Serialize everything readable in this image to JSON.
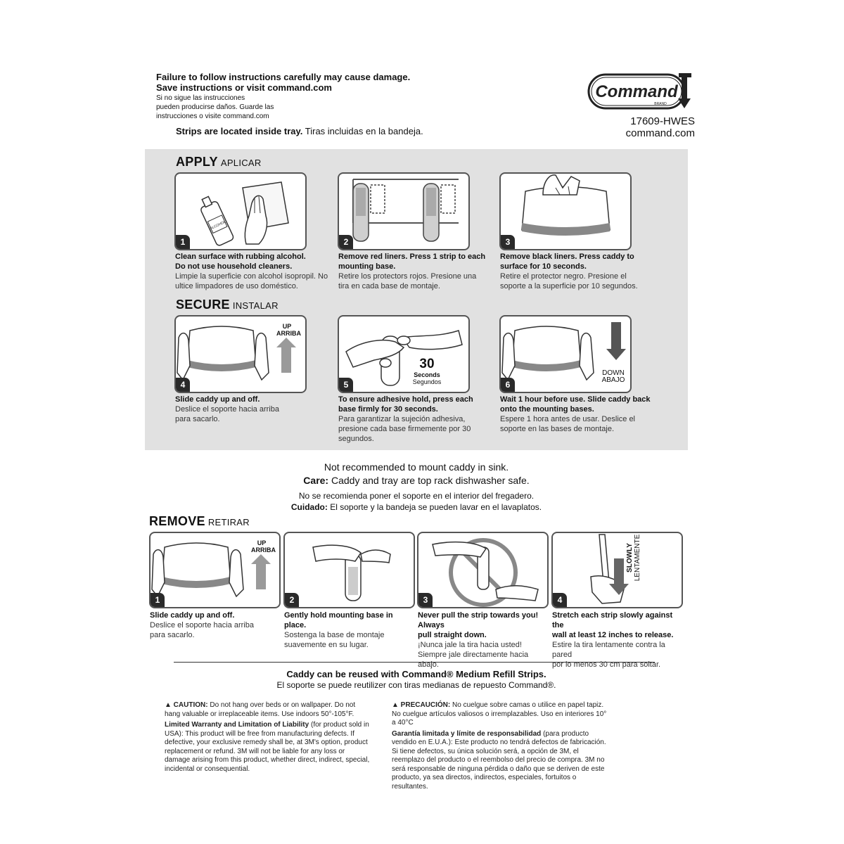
{
  "header": {
    "warning_en_1": "Failure to follow instructions carefully may cause damage.",
    "warning_en_2": "Save instructions or visit command.com",
    "warning_es_1": "Si no sigue las instrucciones",
    "warning_es_2": "pueden producirse daños. Guarde las",
    "warning_es_3": "instrucciones o visite command.com",
    "strips_en": "Strips are located inside tray.",
    "strips_es": "Tiras incluidas en la bandeja.",
    "logo_text": "Command",
    "logo_sub": "BRAND",
    "sku": "17609-HWES",
    "site": "command.com"
  },
  "apply": {
    "title": "APPLY",
    "title_es": "APLICAR",
    "steps": [
      {
        "num": "1",
        "en1": "Clean surface with rubbing alcohol.",
        "en2": "Do not use household cleaners.",
        "es1": "Limpie la superficie con alcohol isopropil. No",
        "es2": "ultice limpadores de uso doméstico.",
        "es3": ""
      },
      {
        "num": "2",
        "en1": "Remove red liners. Press 1 strip to each",
        "en2": "mounting base.",
        "es1": "Retire los protectors rojos. Presione una",
        "es2": "tira en cada base de montaje.",
        "es3": ""
      },
      {
        "num": "3",
        "en1": "Remove black liners. Press caddy to",
        "en2": "surface for 10 seconds.",
        "es1": "Retire el protector negro. Presione el",
        "es2": "soporte a la superficie por 10 segundos.",
        "es3": ""
      }
    ],
    "bottle_label": "ALCOHOL"
  },
  "secure": {
    "title": "SECURE",
    "title_es": "INSTALAR",
    "steps": [
      {
        "num": "4",
        "en1": "Slide caddy up and off.",
        "en2": "",
        "es1": "Deslice el soporte hacia arriba",
        "es2": "para sacarlo.",
        "es3": ""
      },
      {
        "num": "5",
        "en1": "To ensure adhesive hold, press each",
        "en2": "base firmly for 30 seconds.",
        "es1": "Para garantizar la sujeción adhesiva,",
        "es2": "presione cada base firmemente por 30",
        "es3": "segundos."
      },
      {
        "num": "6",
        "en1": "Wait 1 hour before use. Slide caddy back",
        "en2": "onto the mounting bases.",
        "es1": "Espere 1 hora antes de usar. Deslice el",
        "es2": "soporte en las bases de montaje.",
        "es3": ""
      }
    ],
    "up": "UP",
    "up_es": "ARRIBA",
    "seconds_num": "30",
    "seconds": "Seconds",
    "seconds_es": "Segundos",
    "down": "DOWN",
    "down_es": "ABAJO"
  },
  "care": {
    "line1": "Not recommended to mount caddy in sink.",
    "care_label": "Care:",
    "line2": "Caddy and tray are top rack dishwasher safe.",
    "line3": "No se recomienda poner el soporte en el interior del fregadero.",
    "cuidado_label": "Cuidado:",
    "line4": "El soporte y la bandeja se pueden lavar en el lavaplatos."
  },
  "remove": {
    "title": "REMOVE",
    "title_es": "RETIRAR",
    "steps": [
      {
        "num": "1",
        "en1": "Slide caddy up and off.",
        "en2": "",
        "es1": "Deslice el soporte hacia arriba",
        "es2": "para sacarlo."
      },
      {
        "num": "2",
        "en1": "Gently hold mounting base in place.",
        "en2": "",
        "es1": "Sostenga la base de montaje",
        "es2": "suavemente en su lugar."
      },
      {
        "num": "3",
        "en1": "Never pull the strip towards you! Always",
        "en2": "pull straight down.",
        "es1": "¡Nunca jale la tira hacia usted!",
        "es2": "Siempre jale directamente hacia abajo."
      },
      {
        "num": "4",
        "en1": "Stretch each strip slowly against the",
        "en2": "wall at least 12 inches to release.",
        "es1": "Estire la tira lentamente contra la pared",
        "es2": "por lo menos 30 cm para soltar."
      }
    ],
    "up": "UP",
    "up_es": "ARRIBA",
    "slowly": "SLOWLY",
    "slowly_es": "LENTAMENTE"
  },
  "reuse": {
    "en": "Caddy can be reused with Command® Medium Refill Strips.",
    "es": "El soporte se puede reutilizer con tiras medianas de repuesto Command®."
  },
  "legal_en": {
    "caution_label": "▲ CAUTION:",
    "caution": "Do not hang over beds or on wallpaper. Do not hang valuable or irreplaceable items. Use indoors 50°-105°F.",
    "warranty_label": "Limited Warranty and Limitation of Liability",
    "warranty": "(for product sold in USA): This product will be free from manufacturing defects. If defective, your exclusive remedy shall be, at 3M's option, product replacement or refund. 3M will not be liable for any loss or damage arising from this product, whether direct, indirect, special, incidental or consequential."
  },
  "legal_es": {
    "caution_label": "▲ PRECAUCIÓN:",
    "caution": "No cuelgue sobre camas o utilice en papel tapiz. No cuelgue artículos valiosos o irremplazables. Uso en interiores 10° a 40°C",
    "warranty_label": "Garantía limitada y límite de responsabilidad",
    "warranty": "(para producto vendido en E.U.A.): Este producto no tendrá defectos de fabricación. Si tiene defectos, su única solución será, a opción de 3M, el reemplazo del producto o el reembolso del precio de compra. 3M no será responsable de ninguna pérdida o daño que se deriven de este producto, ya sea directos, indirectos, especiales, fortuitos o resultantes."
  }
}
